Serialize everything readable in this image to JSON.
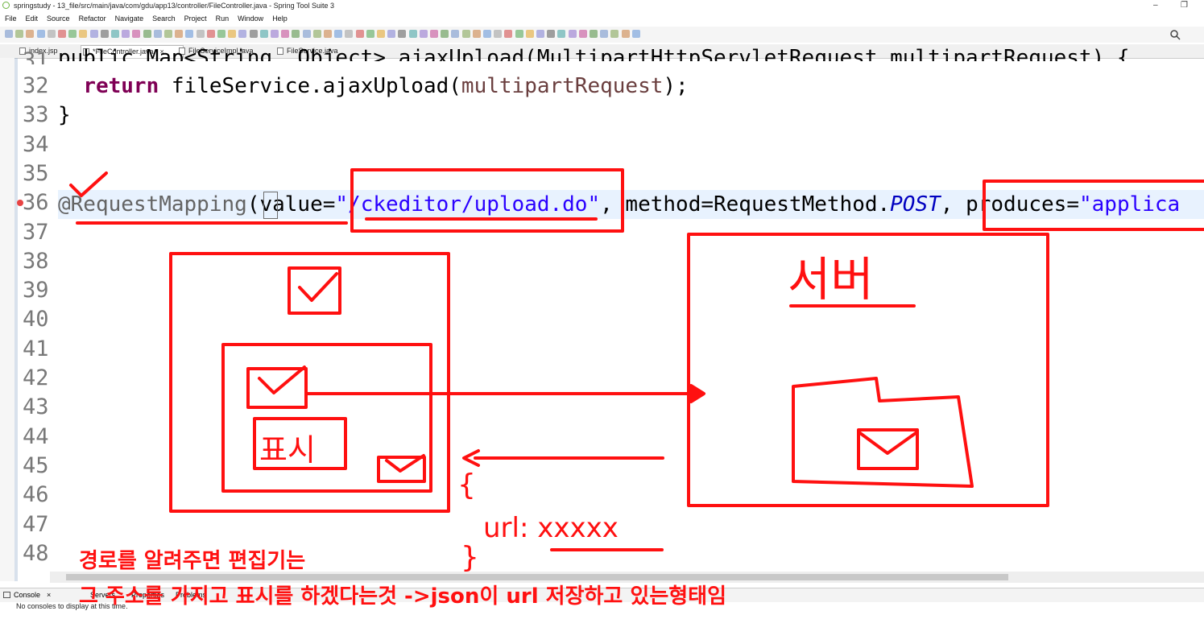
{
  "window": {
    "title": "springstudy - 13_file/src/main/java/com/gdu/app13/controller/FileController.java - Spring Tool Suite 3",
    "minimize": "–",
    "restore": "❐"
  },
  "menu": [
    "File",
    "Edit",
    "Source",
    "Refactor",
    "Navigate",
    "Search",
    "Project",
    "Run",
    "Window",
    "Help"
  ],
  "tabs": [
    {
      "label": "index.jsp",
      "active": false
    },
    {
      "label": "*FileController.java",
      "active": true
    },
    {
      "label": "FileServiceImpl.java",
      "active": false
    },
    {
      "label": "FileService.java",
      "active": false
    }
  ],
  "tab_close": "×",
  "editor": {
    "partial_top_line": "public Map<String, Object> ajaxUpload(MultipartHttpServletRequest multipartRequest) {",
    "partial_top_number": "31",
    "lines": [
      {
        "n": "32",
        "code": "  return fileService.ajaxUpload(multipartRequest);"
      },
      {
        "n": "33",
        "code": "}"
      },
      {
        "n": "34",
        "code": ""
      },
      {
        "n": "35",
        "code": ""
      },
      {
        "n": "36",
        "code": "@RequestMapping(value=\"/ckeditor/upload.do\", method=RequestMethod.POST, produces=\"applica"
      },
      {
        "n": "37",
        "code": ""
      },
      {
        "n": "38",
        "code": ""
      },
      {
        "n": "39",
        "code": ""
      },
      {
        "n": "40",
        "code": ""
      },
      {
        "n": "41",
        "code": ""
      },
      {
        "n": "42",
        "code": ""
      },
      {
        "n": "43",
        "code": ""
      },
      {
        "n": "44",
        "code": ""
      },
      {
        "n": "45",
        "code": ""
      },
      {
        "n": "46",
        "code": ""
      },
      {
        "n": "47",
        "code": ""
      },
      {
        "n": "48",
        "code": ""
      }
    ],
    "line36": {
      "annotation": "@RequestMapping",
      "open": "(",
      "attr1": "value=",
      "str1": "\"/ckeditor/upload.do\"",
      "mid": ", method=RequestMethod.",
      "constant": "POST",
      "comma": ", ",
      "attr2": "produces=",
      "str2": "\"applica"
    },
    "line32": {
      "keyword": "return",
      "rest1": " fileService.ajaxUpload(",
      "param": "multipartRequest",
      "rest2": ");"
    }
  },
  "console": {
    "tab_label": "Console",
    "servers_label": "Servers",
    "properties_label": "Properties",
    "problems_label": "Problems",
    "message": "No consoles to display at this time."
  },
  "annotations": {
    "server_label": "서버",
    "editor_label": "표시",
    "url_text": "url: xxxxx",
    "brace_open": "{",
    "brace_close": "}",
    "line1": "경로를 알려주면 편집기는",
    "line2": "그 주소를 가지고 표시를 하겠다는것 ->json이 url 저장하고 있는형태임",
    "ink_color": "#ff1010"
  }
}
